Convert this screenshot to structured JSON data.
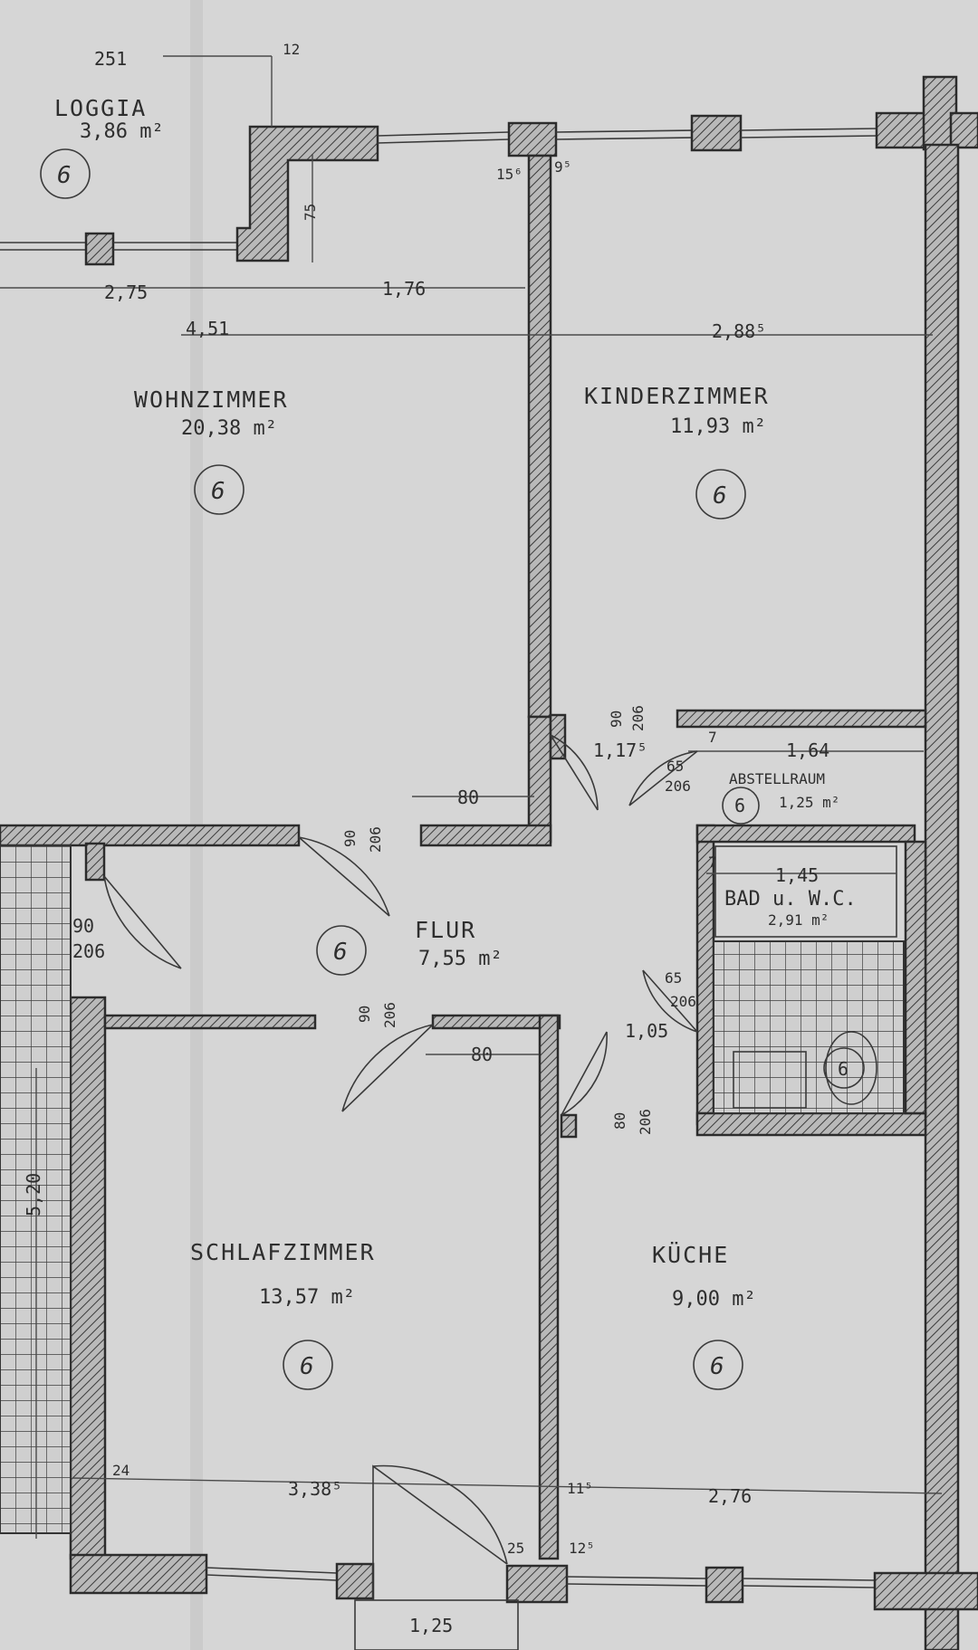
{
  "rooms": {
    "loggia": {
      "name": "LOGGIA",
      "area": "3,86 m²",
      "mark": "6"
    },
    "wohnzimmer": {
      "name": "WOHNZIMMER",
      "area": "20,38 m²",
      "mark": "6"
    },
    "kinderzimmer": {
      "name": "KINDERZIMMER",
      "area": "11,93 m²",
      "mark": "6"
    },
    "abstellraum": {
      "name": "ABSTELLRAUM",
      "area": "1,25 m²",
      "mark": "6"
    },
    "bad": {
      "name": "BAD u. W.C.",
      "area": "2,91 m²",
      "mark": "6"
    },
    "flur": {
      "name": "FLUR",
      "area": "7,55 m²",
      "mark": "6"
    },
    "schlafzimmer": {
      "name": "SCHLAFZIMMER",
      "area": "13,57 m²",
      "mark": "6"
    },
    "kueche": {
      "name": "KÜCHE",
      "area": "9,00 m²",
      "mark": "6"
    }
  },
  "dimensions": {
    "d251": "251",
    "d12": "12",
    "d75": "75",
    "d275": "2,75",
    "d176": "1,76",
    "d451": "4,51",
    "d2885": "2,88⁵",
    "d156": "15⁶",
    "d95": "9⁵",
    "d80a": "80",
    "d80b": "80",
    "d1175": "1,17⁵",
    "d164": "1,64",
    "d7a": "7",
    "d7b": "7",
    "d145": "1,45",
    "d105": "1,05",
    "d520": "5,20",
    "d24": "24",
    "d3385": "3,38⁵",
    "d115": "11⁵",
    "d276": "2,76",
    "d25": "25",
    "d125b": "12⁵",
    "d125": "1,25"
  },
  "doors": {
    "kinder": {
      "w": "90",
      "h": "206"
    },
    "abstell": {
      "w": "65",
      "h": "206"
    },
    "wohn": {
      "w": "90",
      "h": "206"
    },
    "eingang": {
      "w": "90",
      "h": "206"
    },
    "schlaf": {
      "w": "90",
      "h": "206"
    },
    "bad": {
      "w": "65",
      "h": "206"
    },
    "kueche": {
      "w": "80",
      "h": "206"
    }
  }
}
